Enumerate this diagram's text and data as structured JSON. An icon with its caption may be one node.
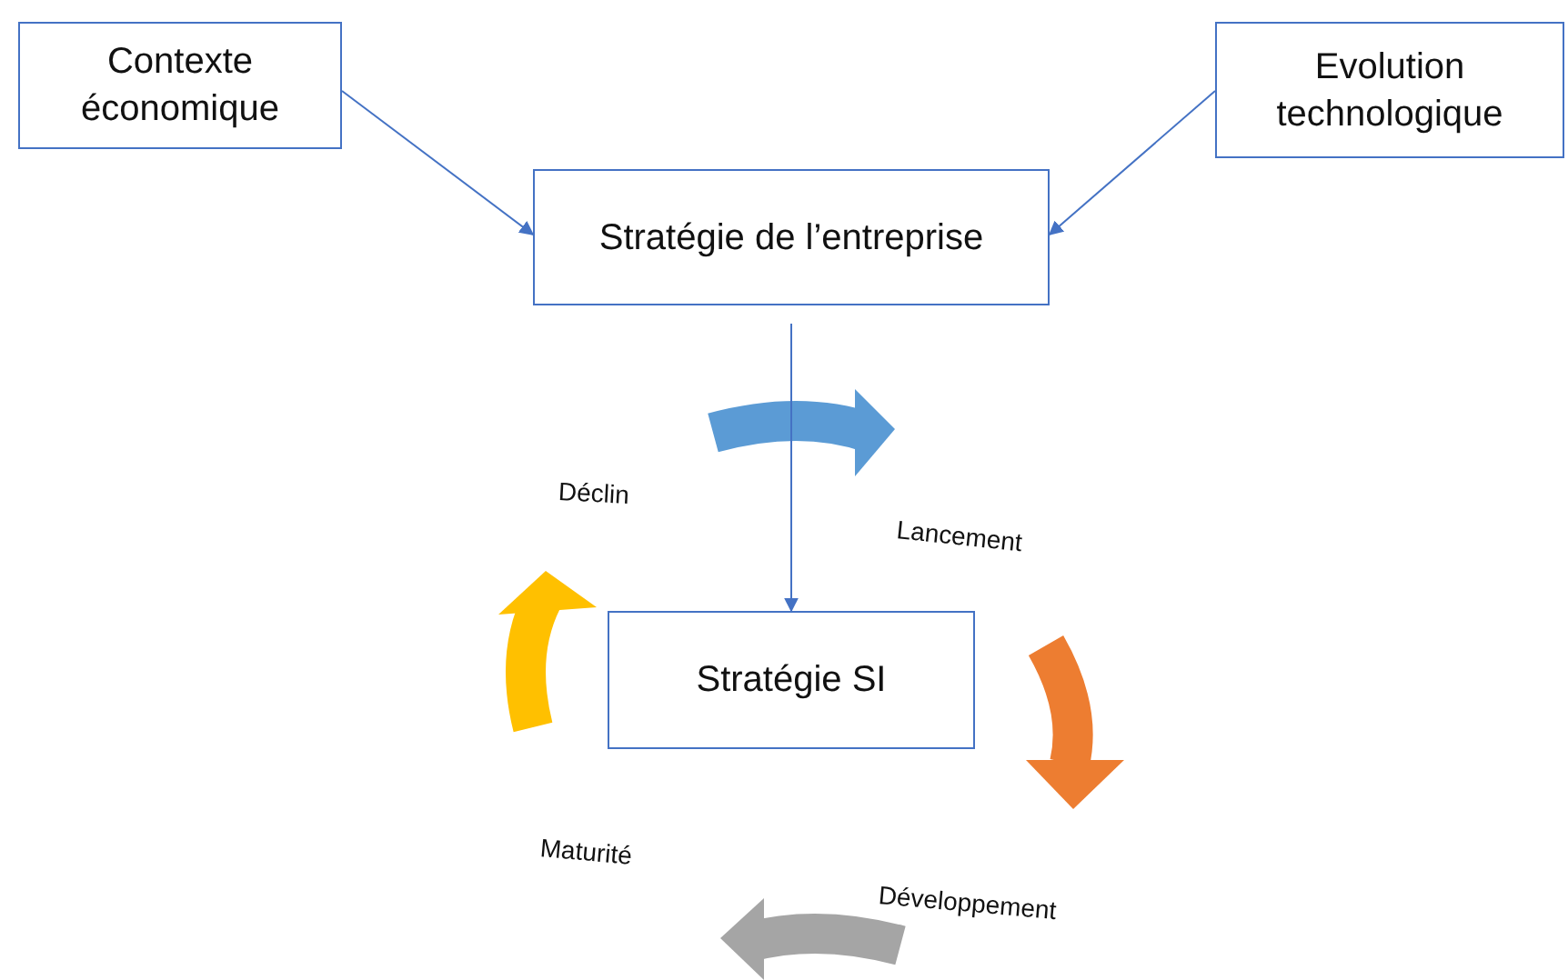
{
  "diagram": {
    "nodes": [
      {
        "text": [
          "Contexte économique"
        ]
      },
      {
        "text": [
          "Evolution technologique"
        ]
      },
      {
        "text": [
          "Stratégie de l’entreprise"
        ]
      },
      {
        "text": [
          "Stratégie SI"
        ]
      }
    ],
    "edges": [
      {
        "from": 0,
        "to": 2,
        "arrow": "to"
      },
      {
        "from": 1,
        "to": 2,
        "arrow": "to"
      },
      {
        "from": 2,
        "to": 3,
        "arrow": "to"
      }
    ],
    "labels": [
      "Déclin",
      "Lancement",
      "Maturité",
      "Développement"
    ]
  }
}
